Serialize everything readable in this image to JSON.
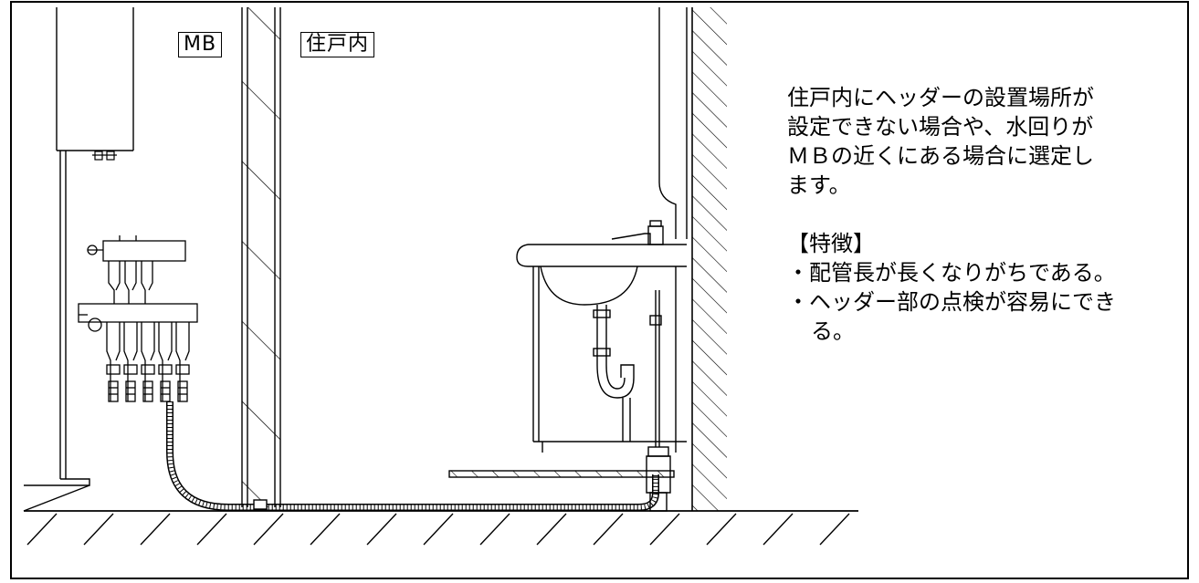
{
  "labels": {
    "mb": "MB",
    "unit_interior": "住戸内"
  },
  "description": {
    "lines": [
      "住戸内にヘッダーの設置場所が",
      "設定できない場合や、水回りが",
      "ＭＢの近くにある場合に選定し",
      "ます。"
    ],
    "features_heading": "【特徴】",
    "features": [
      "・配管長が長くなりがちである。",
      "・ヘッダー部の点検が容易にできる。"
    ]
  }
}
